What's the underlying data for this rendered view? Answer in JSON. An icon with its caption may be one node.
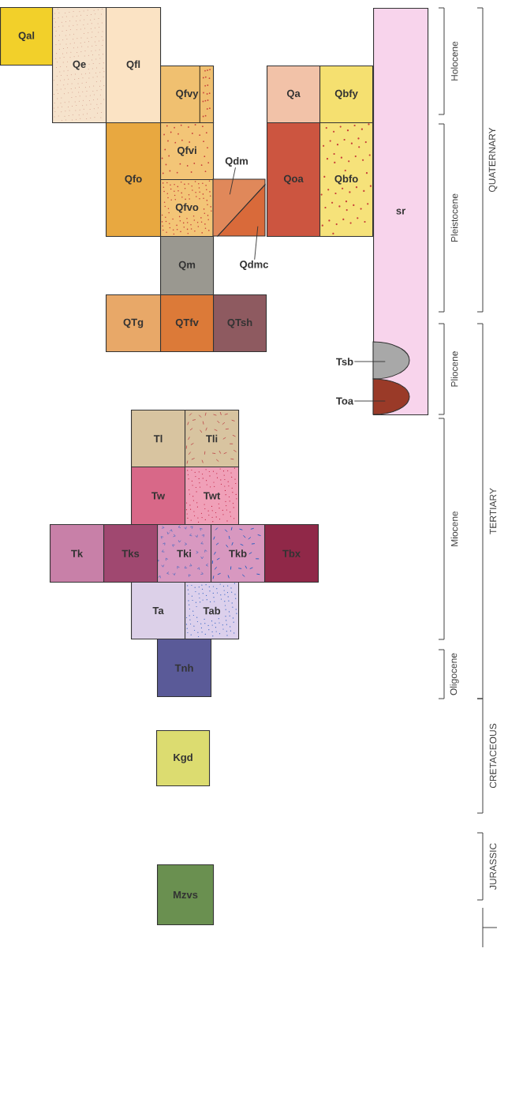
{
  "diagram": {
    "nodes": [
      {
        "text": [
          "Qal"
        ]
      },
      {
        "text": [
          "Qe"
        ]
      },
      {
        "text": [
          "Qfl"
        ]
      },
      {
        "text": [
          "Qfvy"
        ]
      },
      {
        "text": [
          "Qa"
        ]
      },
      {
        "text": [
          "Qbfy"
        ]
      },
      {
        "text": [
          "sr"
        ]
      },
      {
        "text": [
          "Qfo"
        ]
      },
      {
        "text": [
          "Qfvi"
        ]
      },
      {
        "text": [
          "Qdm"
        ]
      },
      {
        "text": [
          "Qoa"
        ]
      },
      {
        "text": [
          "Qbfo"
        ]
      },
      {
        "text": [
          "Qfvo"
        ]
      },
      {
        "text": [],
        "shape": "triangle"
      },
      {
        "text": [],
        "shape": "triangle"
      },
      {
        "text": [
          "Qm"
        ]
      },
      {
        "text": [
          "Qdmc"
        ]
      },
      {
        "text": [
          "QTg"
        ]
      },
      {
        "text": [
          "QTfv"
        ]
      },
      {
        "text": [
          "QTsh"
        ]
      },
      {
        "text": [
          "Tsb"
        ]
      },
      {
        "text": [],
        "shape": "semicircle",
        "in": 6
      },
      {
        "text": [
          "Toa"
        ]
      },
      {
        "text": [],
        "shape": "semicircle",
        "in": 6
      },
      {
        "text": [
          "Tl"
        ]
      },
      {
        "text": [
          "Tli"
        ]
      },
      {
        "text": [
          "Tw"
        ]
      },
      {
        "text": [
          "Twt"
        ]
      },
      {
        "text": [
          "Tk"
        ]
      },
      {
        "text": [
          "Tks"
        ]
      },
      {
        "text": [
          "Tki"
        ]
      },
      {
        "text": [
          "Tkb"
        ]
      },
      {
        "text": [
          "Tbx"
        ]
      },
      {
        "text": [
          "Ta"
        ]
      },
      {
        "text": [
          "Tab"
        ]
      },
      {
        "text": [
          "Tnh"
        ]
      },
      {
        "text": [
          "Kgd"
        ]
      },
      {
        "text": [
          "Mzvs"
        ]
      }
    ],
    "edges": [
      {
        "from": 9,
        "to": 13,
        "arrow": "none"
      },
      {
        "from": 16,
        "to": 14,
        "arrow": "none"
      },
      {
        "from": 20,
        "to": 21,
        "arrow": "none"
      },
      {
        "from": 22,
        "to": 23,
        "arrow": "none"
      }
    ],
    "labels": [
      "Holocene",
      "Pleistocene",
      "QUATERNARY",
      "Pliocene",
      "Miocene",
      "TERTIARY",
      "Oligocene",
      "CRETACEOUS",
      "JURASSIC"
    ]
  }
}
